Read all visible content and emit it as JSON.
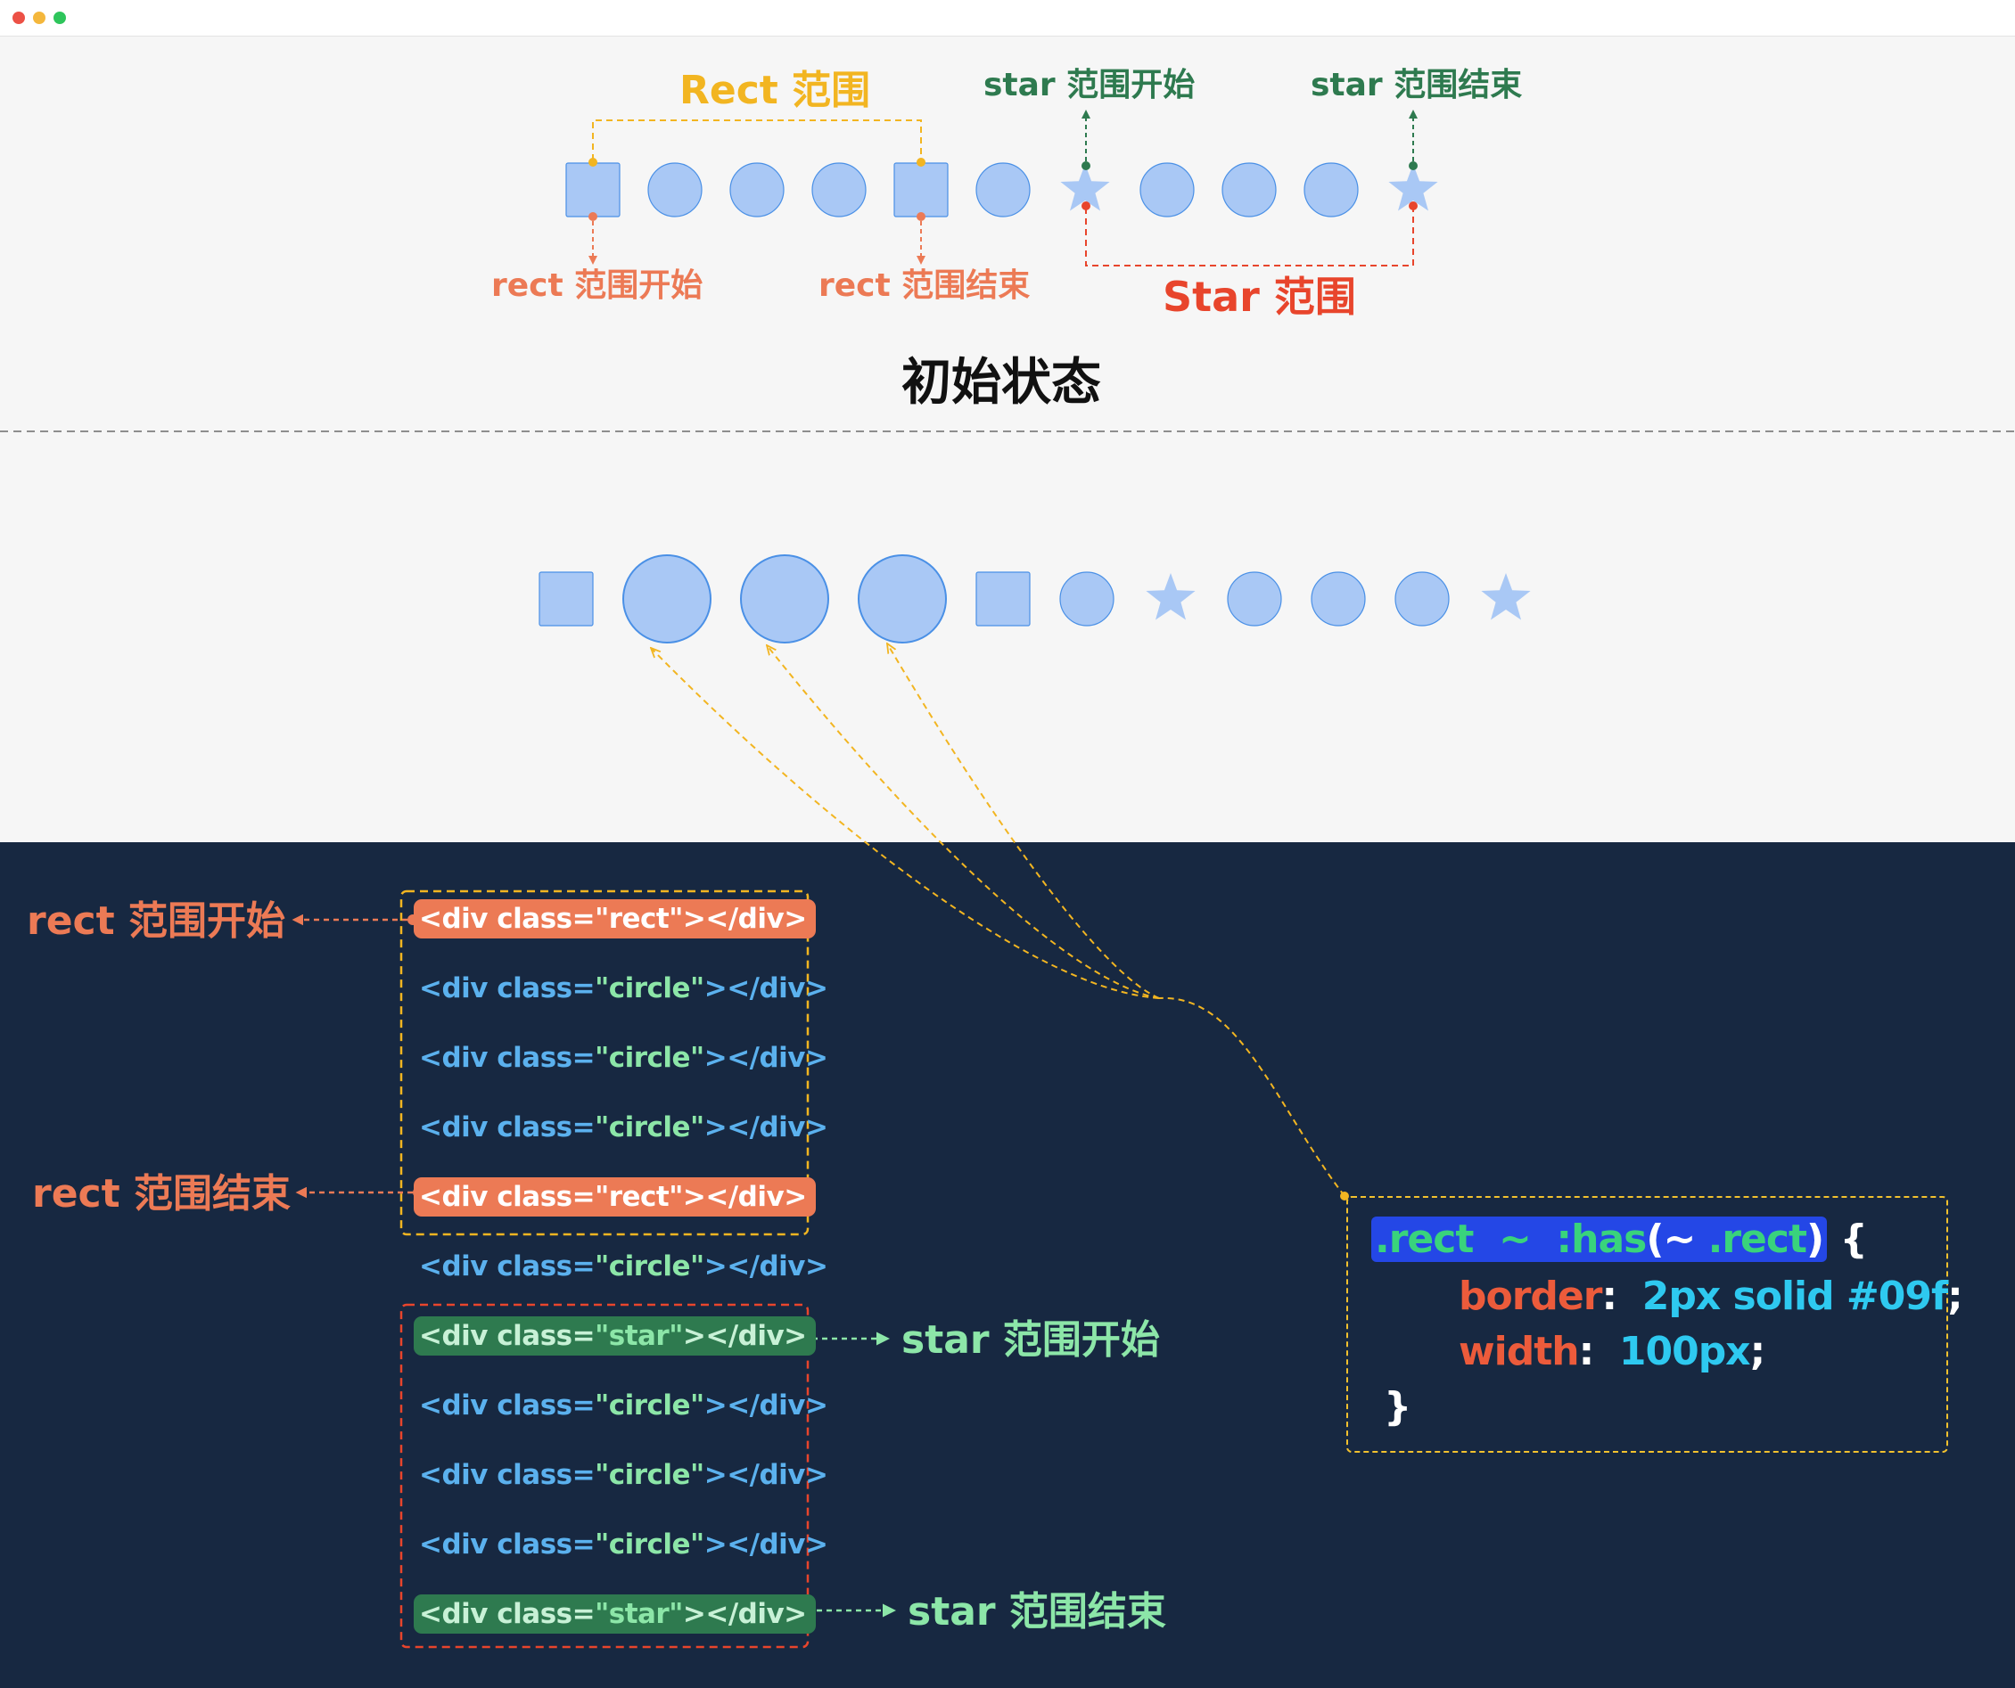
{
  "window": {
    "controls": [
      {
        "name": "close",
        "color": "#ec5146"
      },
      {
        "name": "minimize",
        "color": "#f4b73c"
      },
      {
        "name": "maximize",
        "color": "#2ec55b"
      }
    ]
  },
  "top": {
    "rect_range_label": "Rect 范围",
    "star_start_label": "star 范围开始",
    "star_end_label": "star 范围结束",
    "rect_start_label": "rect 范围开始",
    "rect_end_label": "rect 范围结束",
    "star_range_label": "Star 范围",
    "state_title": "初始状态"
  },
  "shapes_initial": [
    "rect",
    "circle",
    "circle",
    "circle",
    "rect",
    "circle",
    "star",
    "circle",
    "circle",
    "circle",
    "star"
  ],
  "shapes_applied": [
    "rect",
    "circle-large",
    "circle-large",
    "circle-large",
    "rect",
    "circle",
    "star",
    "circle",
    "circle",
    "circle",
    "star"
  ],
  "code": {
    "lines": [
      {
        "cls": "rect",
        "highlight": "rect"
      },
      {
        "cls": "circle",
        "highlight": ""
      },
      {
        "cls": "circle",
        "highlight": ""
      },
      {
        "cls": "circle",
        "highlight": ""
      },
      {
        "cls": "rect",
        "highlight": "rect"
      },
      {
        "cls": "circle",
        "highlight": ""
      },
      {
        "cls": "star",
        "highlight": "star"
      },
      {
        "cls": "circle",
        "highlight": ""
      },
      {
        "cls": "circle",
        "highlight": ""
      },
      {
        "cls": "circle",
        "highlight": ""
      },
      {
        "cls": "star",
        "highlight": "star"
      }
    ],
    "tag_open": "<div class=",
    "tag_close": "></div>",
    "rect_start_label": "rect 范围开始",
    "rect_end_label": "rect 范围结束",
    "star_start_label": "star 范围开始",
    "star_end_label": "star 范围结束"
  },
  "css": {
    "sel_class1": ".rect",
    "sel_tilde": "~",
    "sel_has": ":has",
    "sel_paren_open": "(",
    "sel_inner": "~ .rect",
    "sel_paren_close": ")",
    "brace_open": "{",
    "prop1": "border",
    "val1": "2px solid #09f",
    "prop2": "width",
    "val2": "100px",
    "semicolon": ";",
    "colon": ":",
    "brace_close": "}"
  },
  "colors": {
    "shape_fill": "#a9c8f5",
    "shape_stroke": "#4a90e6",
    "rect_orange": "#ec7a55",
    "rect_range_yellow": "#f2b521",
    "star_range_red": "#e8452c",
    "star_green": "#2e7a4f",
    "code_bg": "#172841"
  }
}
